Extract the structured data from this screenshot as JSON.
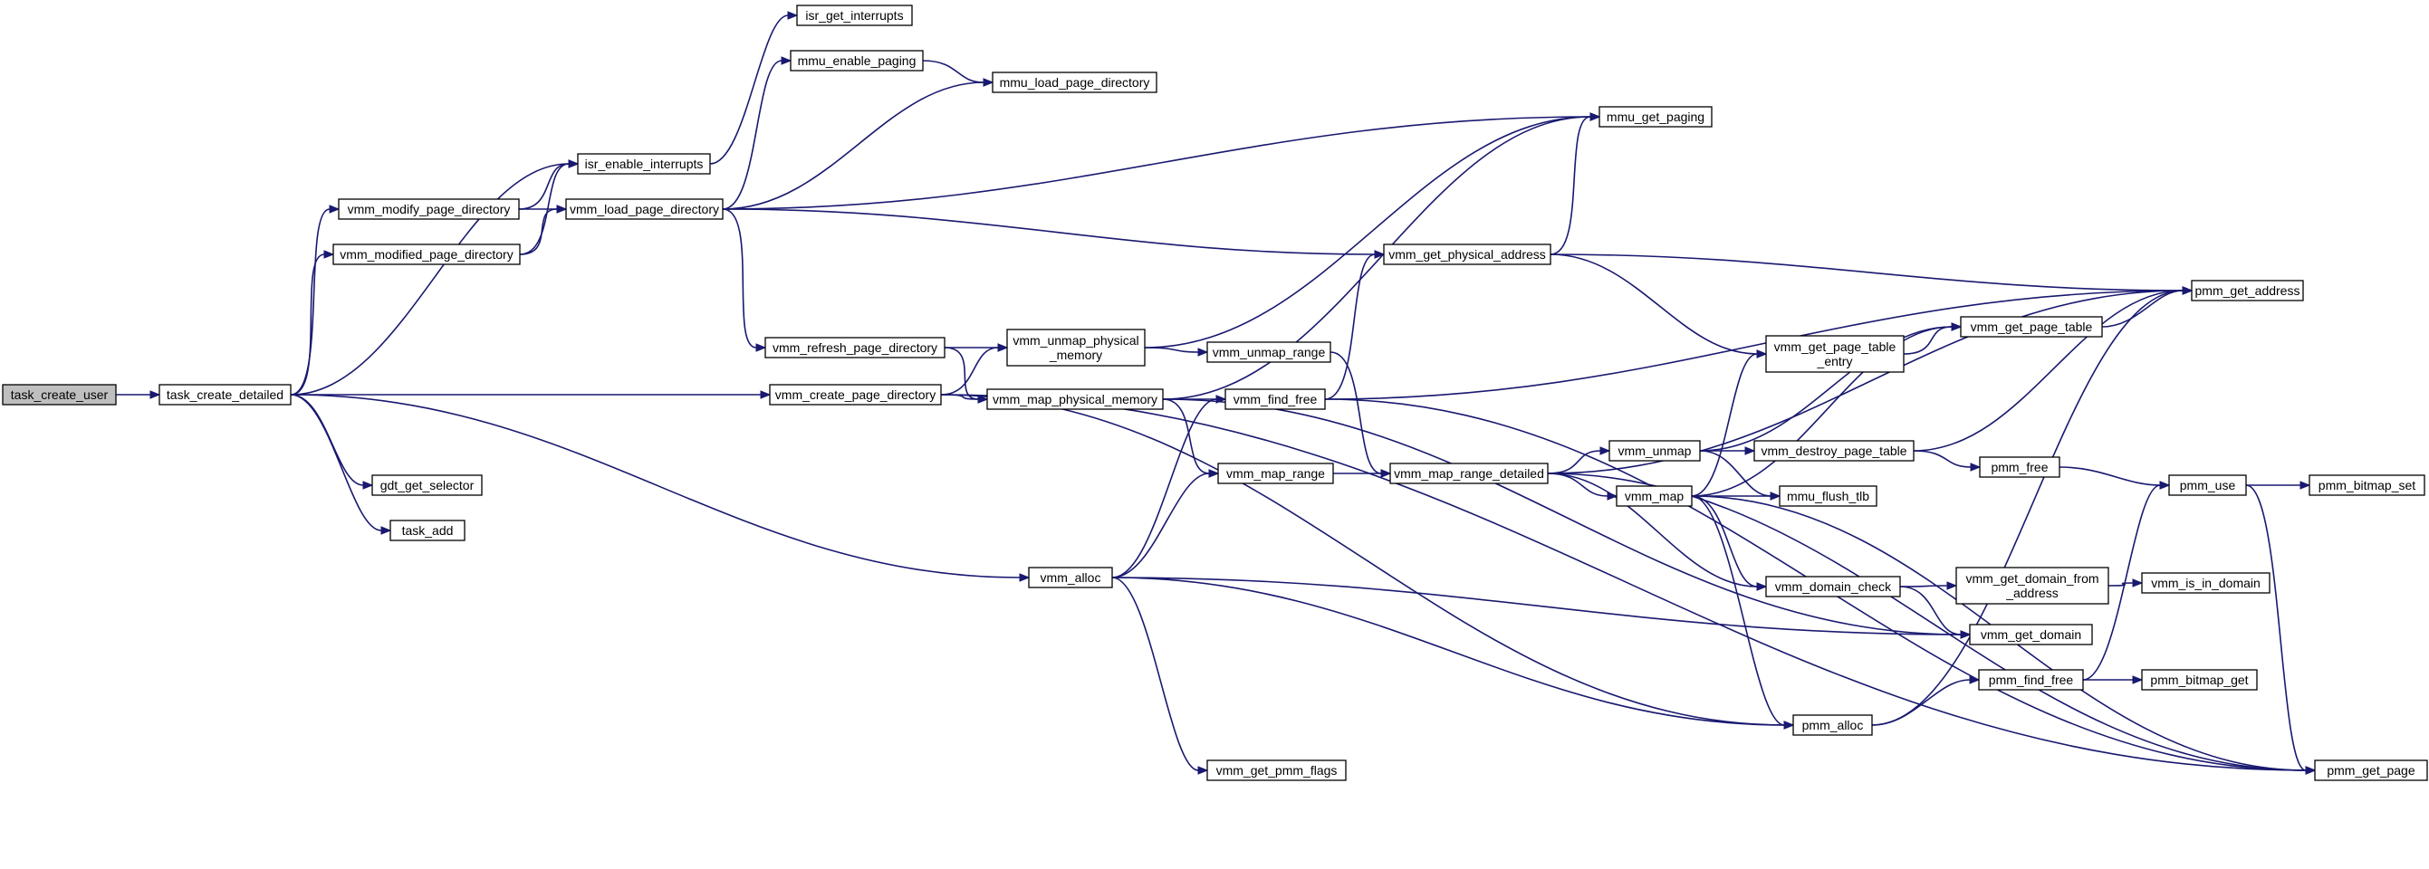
{
  "colors": {
    "edge": "#191970",
    "node_border": "#000000",
    "root_fill": "#bfbfbf",
    "node_fill": "#ffffff"
  },
  "nodes": [
    {
      "id": "task_create_user",
      "lines": [
        "task_create_user"
      ],
      "root": true
    },
    {
      "id": "task_create_detailed",
      "lines": [
        "task_create_detailed"
      ]
    },
    {
      "id": "isr_get_interrupts",
      "lines": [
        "isr_get_interrupts"
      ]
    },
    {
      "id": "mmu_enable_paging",
      "lines": [
        "mmu_enable_paging"
      ]
    },
    {
      "id": "mmu_load_page_directory",
      "lines": [
        "mmu_load_page_directory"
      ]
    },
    {
      "id": "isr_enable_interrupts",
      "lines": [
        "isr_enable_interrupts"
      ]
    },
    {
      "id": "vmm_modify_page_directory",
      "lines": [
        "vmm_modify_page_directory"
      ]
    },
    {
      "id": "vmm_load_page_directory",
      "lines": [
        "vmm_load_page_directory"
      ]
    },
    {
      "id": "vmm_modified_page_directory",
      "lines": [
        "vmm_modified_page_directory"
      ]
    },
    {
      "id": "mmu_get_paging",
      "lines": [
        "mmu_get_paging"
      ]
    },
    {
      "id": "vmm_get_physical_address",
      "lines": [
        "vmm_get_physical_address"
      ]
    },
    {
      "id": "pmm_get_address",
      "lines": [
        "pmm_get_address"
      ]
    },
    {
      "id": "vmm_refresh_page_directory",
      "lines": [
        "vmm_refresh_page_directory"
      ]
    },
    {
      "id": "vmm_unmap_physical_memory",
      "lines": [
        "vmm_unmap_physical",
        "_memory"
      ]
    },
    {
      "id": "vmm_unmap_range",
      "lines": [
        "vmm_unmap_range"
      ]
    },
    {
      "id": "vmm_get_page_table_entry",
      "lines": [
        "vmm_get_page_table",
        "_entry"
      ]
    },
    {
      "id": "vmm_get_page_table",
      "lines": [
        "vmm_get_page_table"
      ]
    },
    {
      "id": "vmm_create_page_directory",
      "lines": [
        "vmm_create_page_directory"
      ]
    },
    {
      "id": "vmm_map_physical_memory",
      "lines": [
        "vmm_map_physical_memory"
      ]
    },
    {
      "id": "vmm_find_free",
      "lines": [
        "vmm_find_free"
      ]
    },
    {
      "id": "vmm_unmap",
      "lines": [
        "vmm_unmap"
      ]
    },
    {
      "id": "vmm_destroy_page_table",
      "lines": [
        "vmm_destroy_page_table"
      ]
    },
    {
      "id": "pmm_free",
      "lines": [
        "pmm_free"
      ]
    },
    {
      "id": "gdt_get_selector",
      "lines": [
        "gdt_get_selector"
      ]
    },
    {
      "id": "vmm_map_range",
      "lines": [
        "vmm_map_range"
      ]
    },
    {
      "id": "vmm_map_range_detailed",
      "lines": [
        "vmm_map_range_detailed"
      ]
    },
    {
      "id": "vmm_map",
      "lines": [
        "vmm_map"
      ]
    },
    {
      "id": "mmu_flush_tlb",
      "lines": [
        "mmu_flush_tlb"
      ]
    },
    {
      "id": "pmm_use",
      "lines": [
        "pmm_use"
      ]
    },
    {
      "id": "pmm_bitmap_set",
      "lines": [
        "pmm_bitmap_set"
      ]
    },
    {
      "id": "task_add",
      "lines": [
        "task_add"
      ]
    },
    {
      "id": "vmm_alloc",
      "lines": [
        "vmm_alloc"
      ]
    },
    {
      "id": "vmm_domain_check",
      "lines": [
        "vmm_domain_check"
      ]
    },
    {
      "id": "vmm_get_domain_from_address",
      "lines": [
        "vmm_get_domain_from",
        "_address"
      ]
    },
    {
      "id": "vmm_is_in_domain",
      "lines": [
        "vmm_is_in_domain"
      ]
    },
    {
      "id": "vmm_get_domain",
      "lines": [
        "vmm_get_domain"
      ]
    },
    {
      "id": "pmm_find_free",
      "lines": [
        "pmm_find_free"
      ]
    },
    {
      "id": "pmm_bitmap_get",
      "lines": [
        "pmm_bitmap_get"
      ]
    },
    {
      "id": "pmm_alloc",
      "lines": [
        "pmm_alloc"
      ]
    },
    {
      "id": "vmm_get_pmm_flags",
      "lines": [
        "vmm_get_pmm_flags"
      ]
    },
    {
      "id": "pmm_get_page",
      "lines": [
        "pmm_get_page"
      ]
    }
  ],
  "edges": [
    [
      "task_create_user",
      "task_create_detailed"
    ],
    [
      "task_create_detailed",
      "isr_enable_interrupts"
    ],
    [
      "task_create_detailed",
      "vmm_modify_page_directory"
    ],
    [
      "task_create_detailed",
      "vmm_modified_page_directory"
    ],
    [
      "task_create_detailed",
      "vmm_create_page_directory"
    ],
    [
      "task_create_detailed",
      "gdt_get_selector"
    ],
    [
      "task_create_detailed",
      "task_add"
    ],
    [
      "task_create_detailed",
      "vmm_alloc"
    ],
    [
      "isr_enable_interrupts",
      "isr_get_interrupts"
    ],
    [
      "vmm_modify_page_directory",
      "isr_enable_interrupts"
    ],
    [
      "vmm_modify_page_directory",
      "vmm_load_page_directory"
    ],
    [
      "vmm_modified_page_directory",
      "isr_enable_interrupts"
    ],
    [
      "vmm_modified_page_directory",
      "vmm_load_page_directory"
    ],
    [
      "vmm_load_page_directory",
      "mmu_enable_paging"
    ],
    [
      "vmm_load_page_directory",
      "mmu_load_page_directory"
    ],
    [
      "vmm_load_page_directory",
      "mmu_get_paging"
    ],
    [
      "vmm_load_page_directory",
      "vmm_get_physical_address"
    ],
    [
      "vmm_load_page_directory",
      "vmm_refresh_page_directory"
    ],
    [
      "mmu_enable_paging",
      "mmu_load_page_directory"
    ],
    [
      "vmm_get_physical_address",
      "mmu_get_paging"
    ],
    [
      "vmm_get_physical_address",
      "pmm_get_address"
    ],
    [
      "vmm_get_physical_address",
      "vmm_get_page_table_entry"
    ],
    [
      "vmm_refresh_page_directory",
      "vmm_unmap_physical_memory"
    ],
    [
      "vmm_refresh_page_directory",
      "vmm_map_physical_memory"
    ],
    [
      "vmm_unmap_physical_memory",
      "mmu_get_paging"
    ],
    [
      "vmm_unmap_physical_memory",
      "vmm_unmap_range"
    ],
    [
      "vmm_unmap_range",
      "vmm_map_range_detailed"
    ],
    [
      "vmm_create_page_directory",
      "vmm_unmap_physical_memory"
    ],
    [
      "vmm_create_page_directory",
      "vmm_map_physical_memory"
    ],
    [
      "vmm_create_page_directory",
      "pmm_alloc"
    ],
    [
      "vmm_create_page_directory",
      "pmm_get_page"
    ],
    [
      "vmm_map_physical_memory",
      "mmu_get_paging"
    ],
    [
      "vmm_map_physical_memory",
      "vmm_find_free"
    ],
    [
      "vmm_map_physical_memory",
      "vmm_map_range"
    ],
    [
      "vmm_map_physical_memory",
      "vmm_get_domain"
    ],
    [
      "vmm_find_free",
      "vmm_get_physical_address"
    ],
    [
      "vmm_find_free",
      "pmm_get_address"
    ],
    [
      "vmm_find_free",
      "pmm_get_page"
    ],
    [
      "vmm_map_range",
      "vmm_map_range_detailed"
    ],
    [
      "vmm_map_range_detailed",
      "pmm_get_address"
    ],
    [
      "vmm_map_range_detailed",
      "vmm_unmap"
    ],
    [
      "vmm_map_range_detailed",
      "vmm_map"
    ],
    [
      "vmm_map_range_detailed",
      "vmm_domain_check"
    ],
    [
      "vmm_map_range_detailed",
      "pmm_get_page"
    ],
    [
      "vmm_unmap",
      "vmm_get_page_table"
    ],
    [
      "vmm_unmap",
      "vmm_destroy_page_table"
    ],
    [
      "vmm_unmap",
      "mmu_flush_tlb"
    ],
    [
      "vmm_map",
      "vmm_get_page_table_entry"
    ],
    [
      "vmm_map",
      "vmm_get_page_table"
    ],
    [
      "vmm_map",
      "mmu_flush_tlb"
    ],
    [
      "vmm_map",
      "vmm_domain_check"
    ],
    [
      "vmm_map",
      "pmm_alloc"
    ],
    [
      "vmm_map",
      "pmm_get_page"
    ],
    [
      "vmm_get_page_table_entry",
      "vmm_get_page_table"
    ],
    [
      "vmm_get_page_table",
      "pmm_get_address"
    ],
    [
      "vmm_destroy_page_table",
      "pmm_get_address"
    ],
    [
      "vmm_destroy_page_table",
      "pmm_free"
    ],
    [
      "pmm_free",
      "pmm_use"
    ],
    [
      "pmm_use",
      "pmm_bitmap_set"
    ],
    [
      "pmm_use",
      "pmm_get_page"
    ],
    [
      "vmm_alloc",
      "vmm_find_free"
    ],
    [
      "vmm_alloc",
      "vmm_map_range"
    ],
    [
      "vmm_alloc",
      "vmm_get_domain"
    ],
    [
      "vmm_alloc",
      "pmm_alloc"
    ],
    [
      "vmm_alloc",
      "vmm_get_pmm_flags"
    ],
    [
      "vmm_domain_check",
      "vmm_get_domain_from_address"
    ],
    [
      "vmm_domain_check",
      "vmm_get_domain"
    ],
    [
      "vmm_get_domain_from_address",
      "vmm_is_in_domain"
    ],
    [
      "pmm_alloc",
      "pmm_find_free"
    ],
    [
      "pmm_alloc",
      "pmm_get_address"
    ],
    [
      "pmm_find_free",
      "pmm_use"
    ],
    [
      "pmm_find_free",
      "pmm_bitmap_get"
    ]
  ]
}
